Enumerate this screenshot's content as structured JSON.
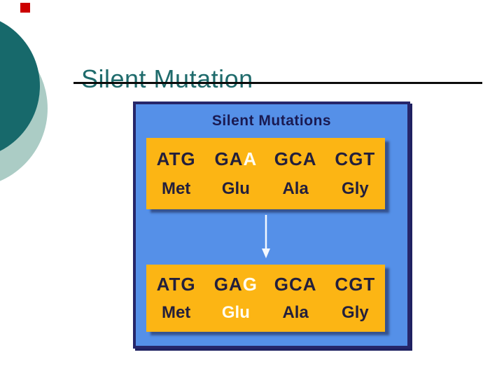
{
  "slide": {
    "title": "Silent Mutation",
    "colors": {
      "title_teal": "#1f6b6c",
      "circle_dark": "#17696b",
      "circle_light": "#abccc5",
      "red_square": "#cc0000",
      "panel_blue": "#5590e8",
      "panel_border_navy": "#26266a",
      "bar_orange": "#fcb514",
      "highlight_text": "#fffdf2",
      "codon_text": "#231f3c"
    }
  },
  "diagram": {
    "heading": "Silent Mutations",
    "arrow_icon": "down-arrow-icon",
    "rows": [
      {
        "codons": [
          {
            "text": "ATG",
            "highlight": ""
          },
          {
            "text": "GA",
            "highlight": "A"
          },
          {
            "text": "GCA",
            "highlight": ""
          },
          {
            "text": "CGT",
            "highlight": ""
          }
        ],
        "amino_acids": [
          {
            "label": "Met",
            "highlighted": false
          },
          {
            "label": "Glu",
            "highlighted": false
          },
          {
            "label": "Ala",
            "highlighted": false
          },
          {
            "label": "Gly",
            "highlighted": false
          }
        ]
      },
      {
        "codons": [
          {
            "text": "ATG",
            "highlight": ""
          },
          {
            "text": "GA",
            "highlight": "G"
          },
          {
            "text": "GCA",
            "highlight": ""
          },
          {
            "text": "CGT",
            "highlight": ""
          }
        ],
        "amino_acids": [
          {
            "label": "Met",
            "highlighted": false
          },
          {
            "label": "Glu",
            "highlighted": true
          },
          {
            "label": "Ala",
            "highlighted": false
          },
          {
            "label": "Gly",
            "highlighted": false
          }
        ]
      }
    ]
  }
}
